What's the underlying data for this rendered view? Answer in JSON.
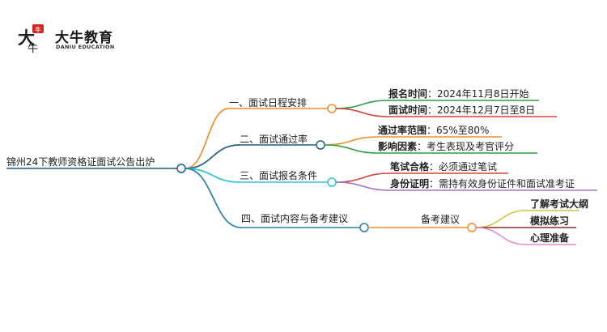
{
  "brand": {
    "name_cn": "大牛教育",
    "name_en": "DANIU EDUCATION",
    "mark": "大牛",
    "accent": "#d7261d"
  },
  "root": {
    "label": "锦州24下教师资格证面试公告出炉",
    "color": "#1f5f86"
  },
  "branches": [
    {
      "label": "一、面试日程安排",
      "color": "#f08f2c",
      "children": [
        {
          "key": "报名时间",
          "value": "2024年11月8日开始",
          "color": "#2e9d45"
        },
        {
          "key": "面试时间",
          "value": "2024年12月7日至8日",
          "color": "#d8423b"
        }
      ]
    },
    {
      "label": "二、面试通过率",
      "color": "#1f5f86",
      "children": [
        {
          "key": "通过率范围",
          "value": "65%至80%",
          "color": "#f08f2c"
        },
        {
          "key": "影响因素",
          "value": "考生表现及考官评分",
          "color": "#2e9d45"
        }
      ]
    },
    {
      "label": "三、面试报名条件",
      "color": "#28c4d2",
      "children": [
        {
          "key": "笔试合格",
          "value": "必须通过笔试",
          "color": "#d8423b"
        },
        {
          "key": "身份证明",
          "value": "需持有效身份证件和面试准考证",
          "color": "#9b77c6"
        }
      ]
    },
    {
      "label": "四、面试内容与备考建议",
      "color": "#2a7fa8",
      "sub": {
        "label": "备考建议",
        "color": "#f08f2c",
        "children": [
          {
            "label": "了解考试大纲",
            "color": "#c7c845"
          },
          {
            "label": "模拟练习",
            "color": "#8a2a2a"
          },
          {
            "label": "心理准备",
            "color": "#e58ccf"
          }
        ]
      }
    }
  ]
}
